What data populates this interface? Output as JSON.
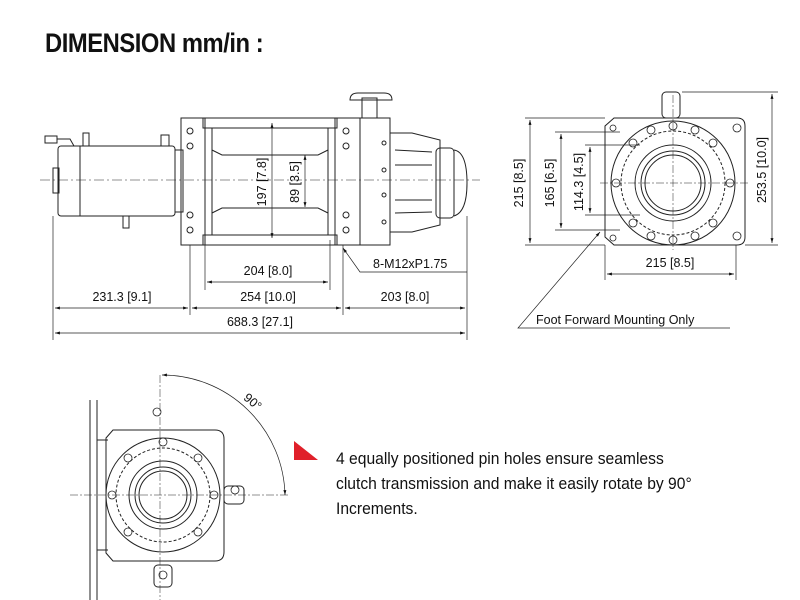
{
  "title": "DIMENSION mm/in :",
  "side_view": {
    "dim_drum_length": "204 [8.0]",
    "dim_motor": "231.3 [9.1]",
    "dim_frame": "254 [10.0]",
    "dim_gearbox": "203 [8.0]",
    "dim_overall": "688.3 [27.1]",
    "dim_flange_dia": "197 [7.8]",
    "dim_drum_dia": "89 [3.5]",
    "bolt_spec": "8-M12xP1.75"
  },
  "end_view": {
    "dim_height_left": "215 [8.5]",
    "dim_165": "165 [6.5]",
    "dim_114": "114.3 [4.5]",
    "dim_total_height": "253.5 [10.0]",
    "dim_width": "215 [8.5]",
    "mounting_note": "Foot Forward Mounting Only"
  },
  "rotation_view": {
    "angle_label": "90°"
  },
  "feature_note": {
    "lines": [
      "4 equally positioned pin holes ensure seamless",
      "clutch transmission and make it easily rotate by 90°",
      "Increments."
    ],
    "marker_color": "#e0202a"
  }
}
